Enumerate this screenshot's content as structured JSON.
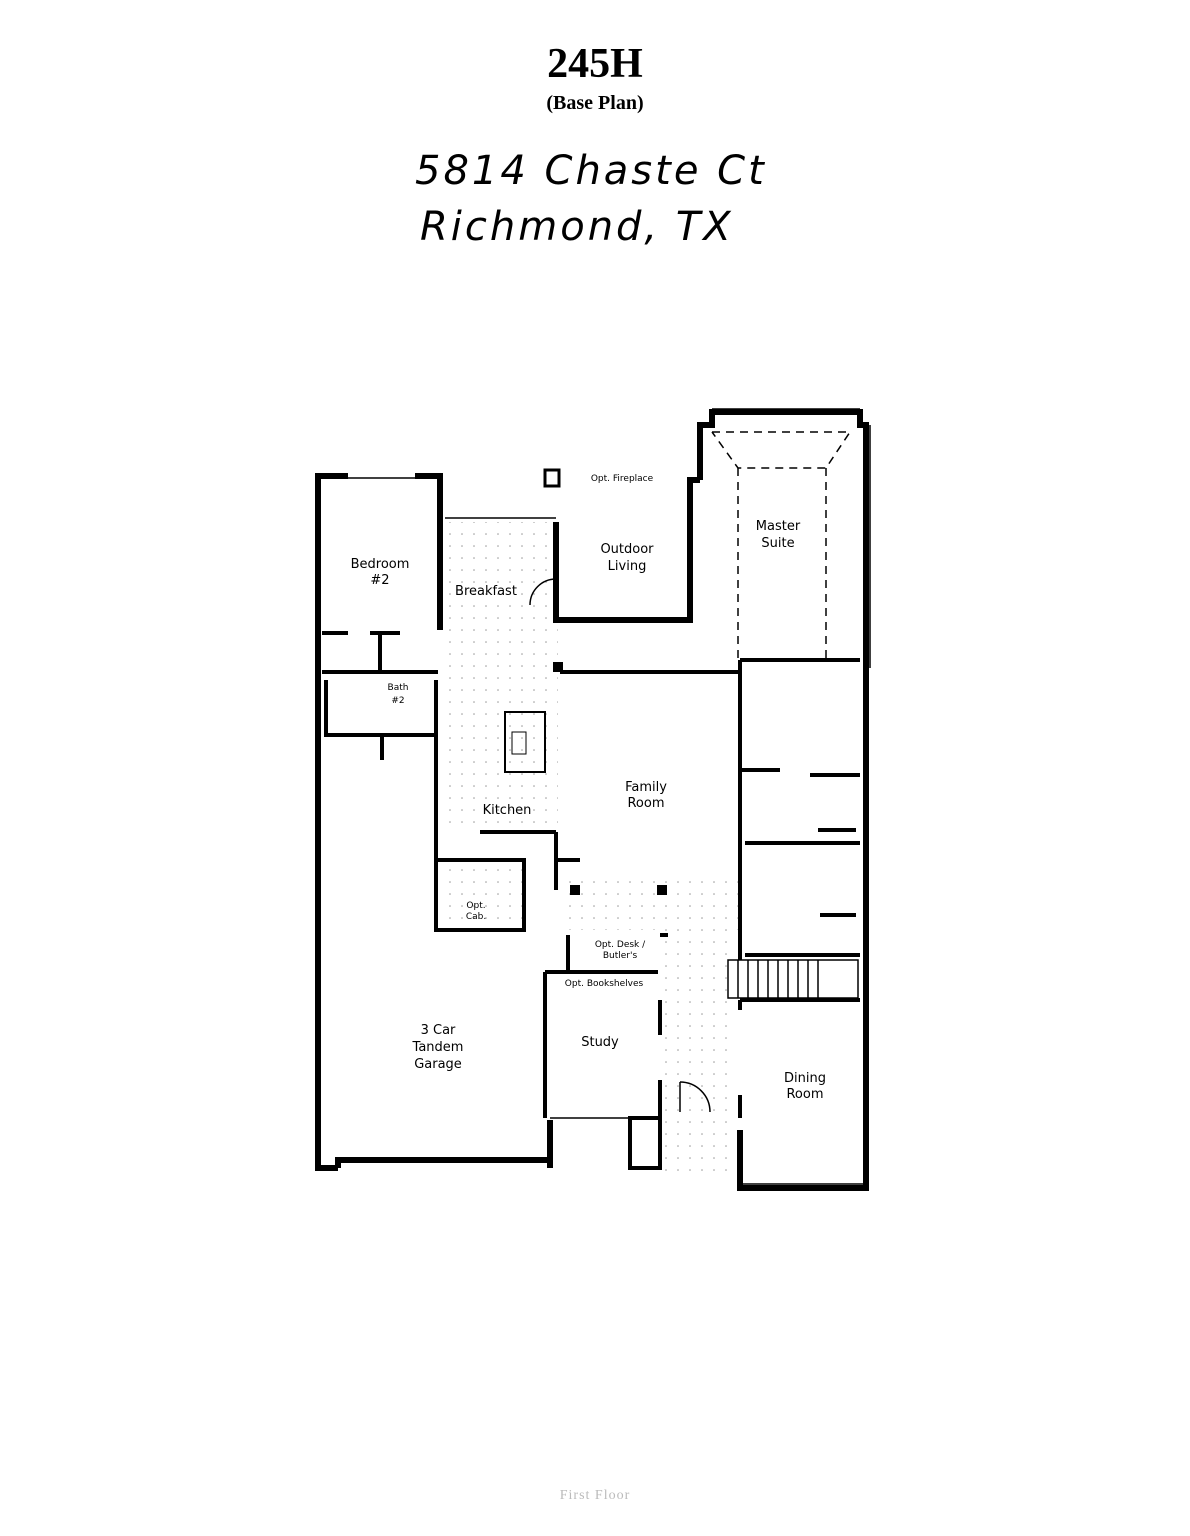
{
  "header": {
    "plan_name": "245H",
    "plan_subtitle": "(Base Plan)"
  },
  "address": {
    "line1": "5814 Chaste Ct",
    "line2": "Richmond, TX"
  },
  "rooms": {
    "bedroom2": [
      "Bedroom",
      "#2"
    ],
    "breakfast": "Breakfast",
    "outdoor_living": [
      "Outdoor",
      "Living"
    ],
    "master_suite": [
      "Master",
      "Suite"
    ],
    "bath2": [
      "Bath",
      "#2"
    ],
    "kitchen": "Kitchen",
    "family_room": [
      "Family",
      "Room"
    ],
    "opt_cab": [
      "Opt.",
      "Cab."
    ],
    "garage": [
      "3 Car",
      "Tandem",
      "Garage"
    ],
    "study": "Study",
    "dining_room": [
      "Dining",
      "Room"
    ]
  },
  "notes": {
    "opt_fireplace": "Opt. Fireplace",
    "opt_desk_butlers": [
      "Opt. Desk /",
      "Butler's"
    ],
    "opt_bookshelves": "Opt. Bookshelves"
  },
  "footer": {
    "floor_label": "First Floor"
  }
}
